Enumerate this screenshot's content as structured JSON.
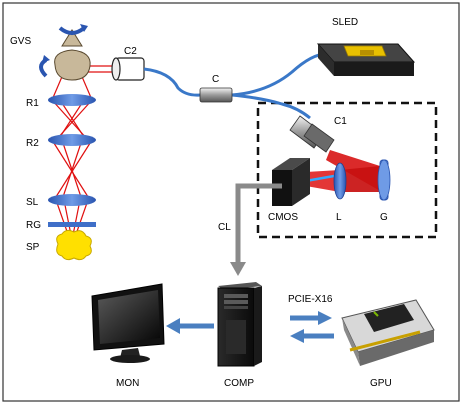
{
  "labels": {
    "gvs": "GVS",
    "c2": "C2",
    "sled": "SLED",
    "c": "C",
    "c1": "C1",
    "r1": "R1",
    "r2": "R2",
    "sl": "SL",
    "rg": "RG",
    "sp": "SP",
    "cl": "CL",
    "cmos": "CMOS",
    "l": "L",
    "g": "G",
    "pcie": "PCIE-X16",
    "mon": "MON",
    "comp": "COMP",
    "gpu": "GPU"
  },
  "colors": {
    "fiber": "#3a78c8",
    "beam": "#e01010",
    "lens": "#3f6fc8",
    "arrow": "#4a7fc0",
    "gray_arrow": "#8a8a8a",
    "sled_pad": "#e8c000",
    "specimen": "#ffe000"
  }
}
